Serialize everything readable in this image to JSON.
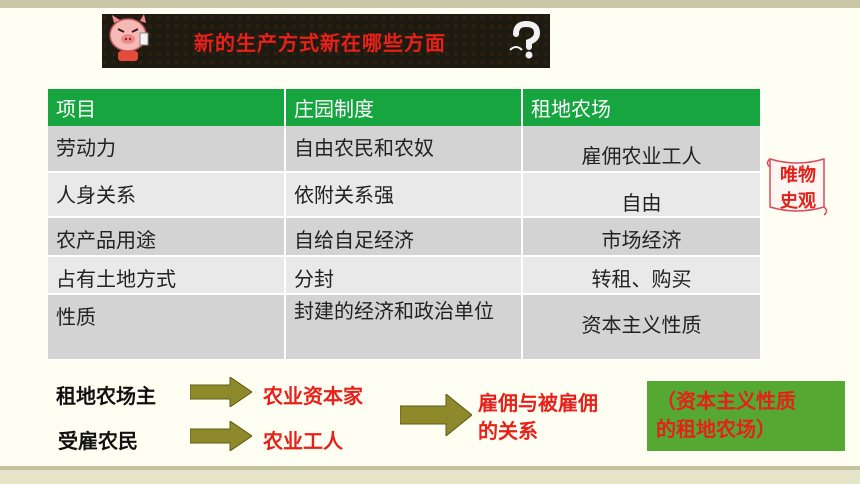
{
  "banner": {
    "title": "新的生产方式新在哪些方面"
  },
  "table": {
    "headers": [
      "项目",
      "庄园制度",
      "租地农场"
    ],
    "rows": [
      [
        "劳动力",
        "自由农民和农奴",
        "雇佣农业工人"
      ],
      [
        "人身关系",
        "依附关系强",
        "自由"
      ],
      [
        "农产品用途",
        "自给自足经济",
        "市场经济"
      ],
      [
        "占有土地方式",
        "分封",
        "转租、购买"
      ],
      [
        "性质",
        "封建的经济和政治单位",
        "资本主义性质"
      ]
    ]
  },
  "note": {
    "line1": "唯物",
    "line2": "史观"
  },
  "flow": {
    "left1": "租地农场主",
    "right1": "农业资本家",
    "left2": "受雇农民",
    "right2": "农业工人",
    "relation_line1": "雇佣与被雇佣",
    "relation_line2": "的关系",
    "result_line1": "（资本主义性质",
    "result_line2": "的租地农场）"
  },
  "colors": {
    "header_green": "#16a53f",
    "accent_red": "#e8201a",
    "box_green": "#55a832",
    "arrow_olive": "#8e8a2c"
  }
}
